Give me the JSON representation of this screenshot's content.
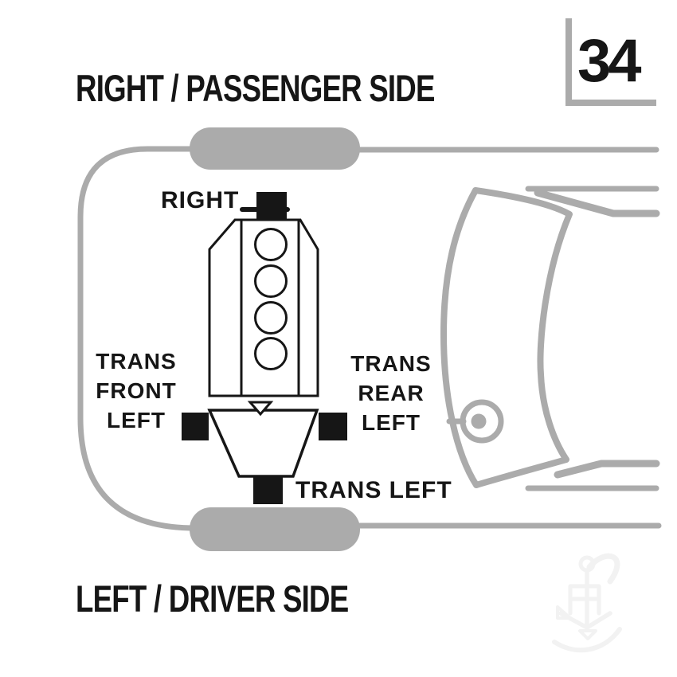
{
  "page": {
    "top_side_label": "RIGHT / PASSENGER SIDE",
    "bottom_side_label": "LEFT / DRIVER SIDE",
    "page_number": "34"
  },
  "mount_labels": {
    "right": "RIGHT",
    "trans_front_left_line1": "TRANS",
    "trans_front_left_line2": "FRONT",
    "trans_front_left_line3": "LEFT",
    "trans_rear_left_line1": "TRANS",
    "trans_rear_left_line2": "REAR",
    "trans_rear_left_line3": "LEFT",
    "trans_left": "TRANS LEFT"
  },
  "colors": {
    "diagram_gray": "#ababab",
    "diagram_black": "#161616",
    "watermark_gray": "#f2f2f2"
  }
}
